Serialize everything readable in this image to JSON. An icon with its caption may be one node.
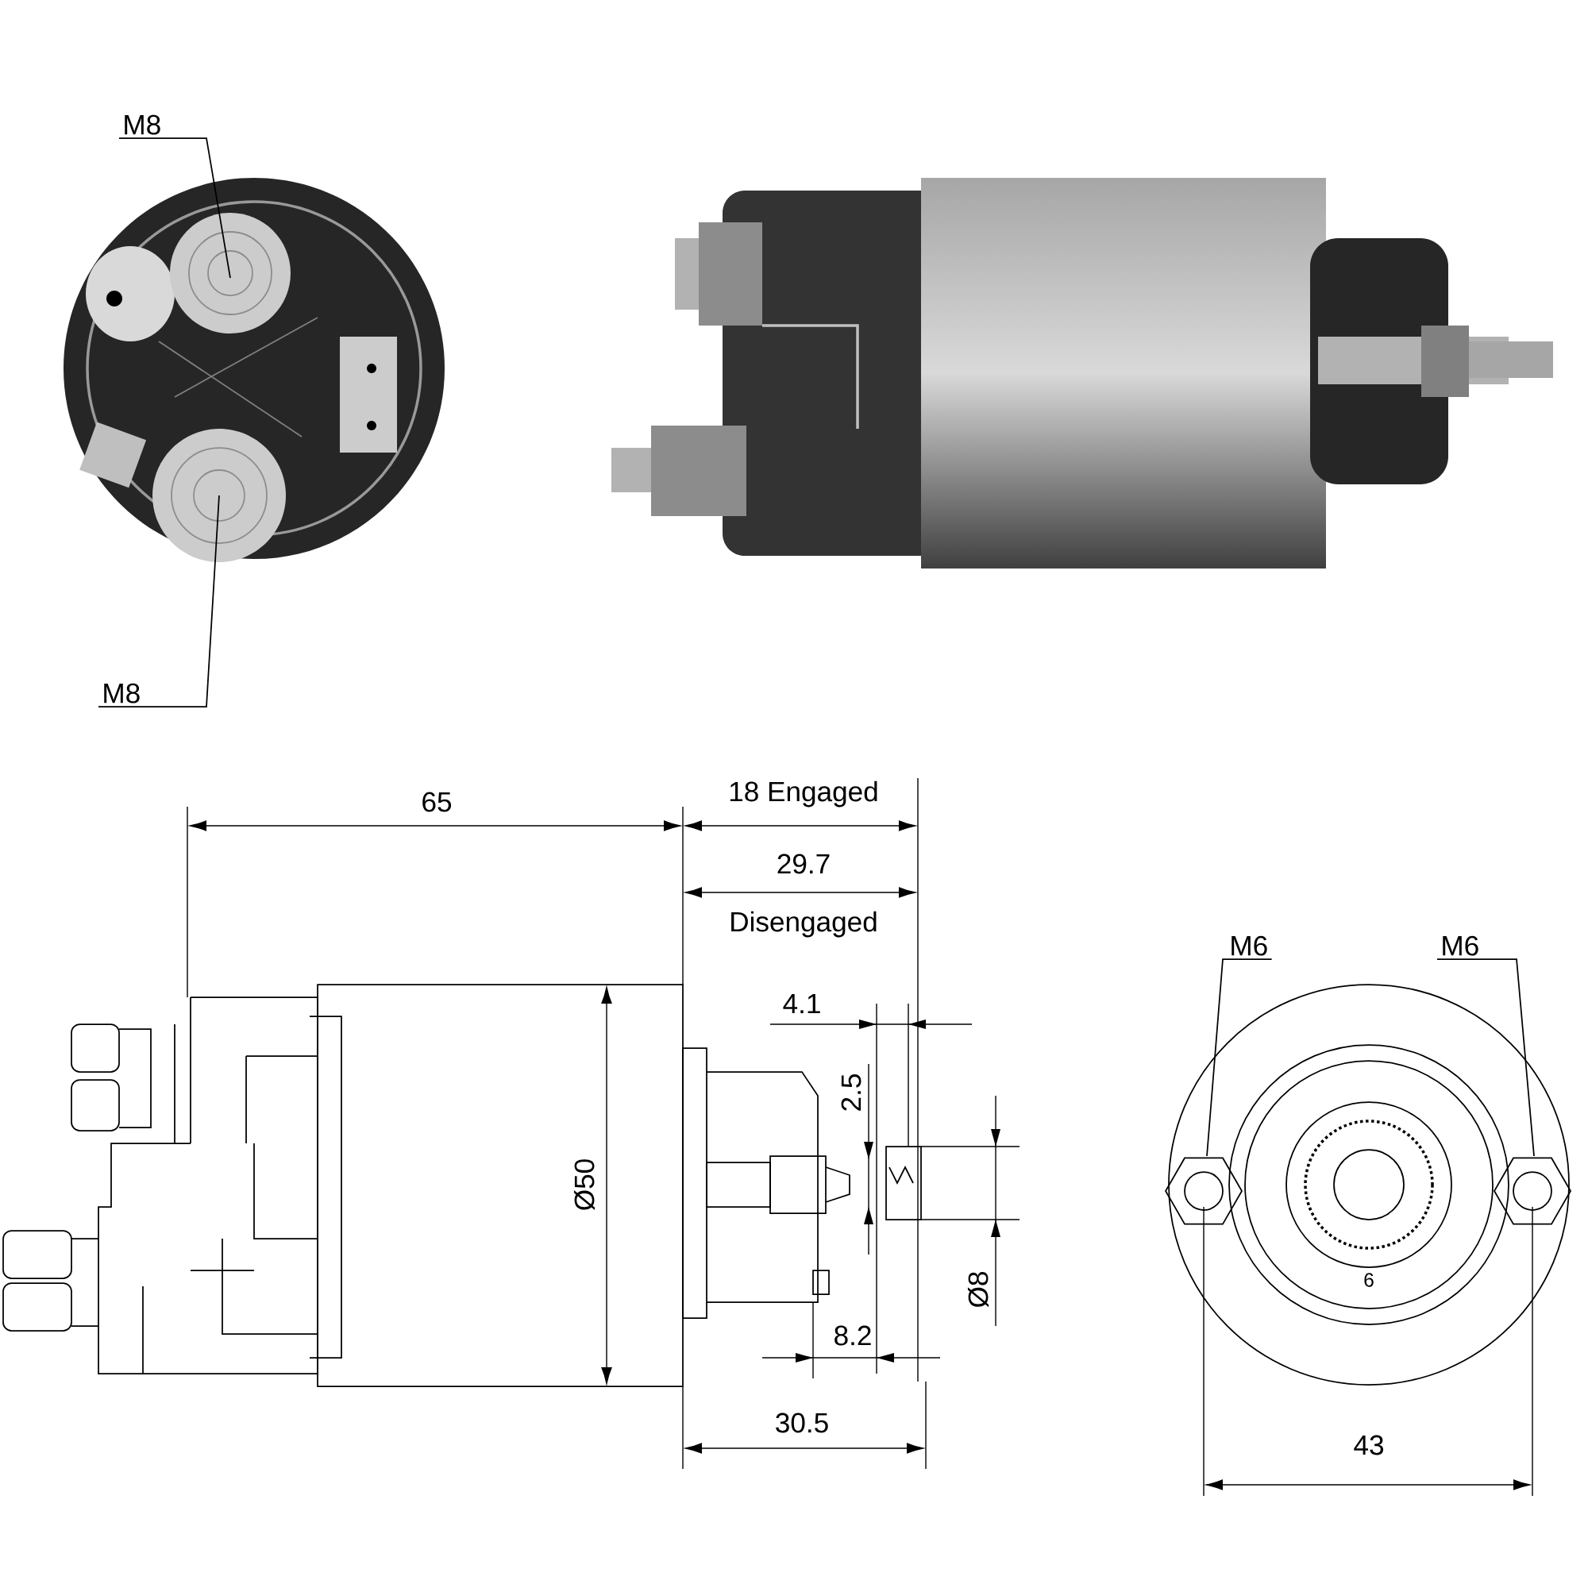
{
  "diagram": {
    "nodes": [
      {
        "text": [
          "M8"
        ]
      },
      {
        "text": [
          "M8"
        ]
      },
      {
        "text": [
          "M6"
        ]
      },
      {
        "text": [
          "M6"
        ]
      }
    ],
    "edges": [
      {
        "from": 0,
        "to": null,
        "arrow": "none"
      },
      {
        "from": 1,
        "to": null,
        "arrow": "none"
      },
      {
        "from": 2,
        "to": null,
        "arrow": "none"
      },
      {
        "from": 3,
        "to": null,
        "arrow": "none"
      }
    ],
    "labels": [
      "65",
      "18 Engaged",
      "29.7",
      "Disengaged",
      "4.1",
      "2.5",
      "Ø50",
      "Ø8",
      "8.2",
      "30.5",
      "43",
      "6"
    ]
  }
}
